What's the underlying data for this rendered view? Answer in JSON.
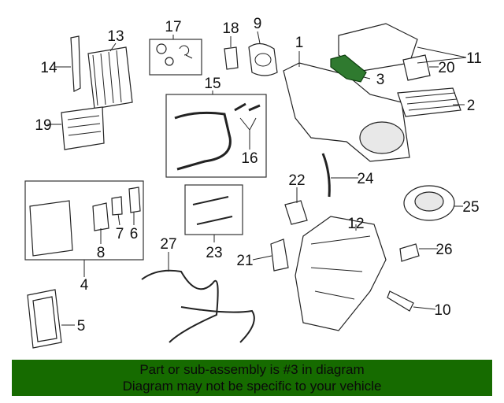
{
  "diagram": {
    "callouts": [
      "1",
      "2",
      "3",
      "4",
      "5",
      "6",
      "7",
      "8",
      "9",
      "10",
      "11",
      "12",
      "13",
      "14",
      "15",
      "16",
      "17",
      "18",
      "19",
      "20",
      "21",
      "22",
      "23",
      "24",
      "25",
      "26",
      "27"
    ],
    "highlighted_part": "3",
    "highlight_color": "#2f7a2f"
  },
  "banner": {
    "line1": "Part or sub-assembly is #3 in diagram",
    "line2": "Diagram may not be specific to your vehicle",
    "background": "#166b00"
  }
}
